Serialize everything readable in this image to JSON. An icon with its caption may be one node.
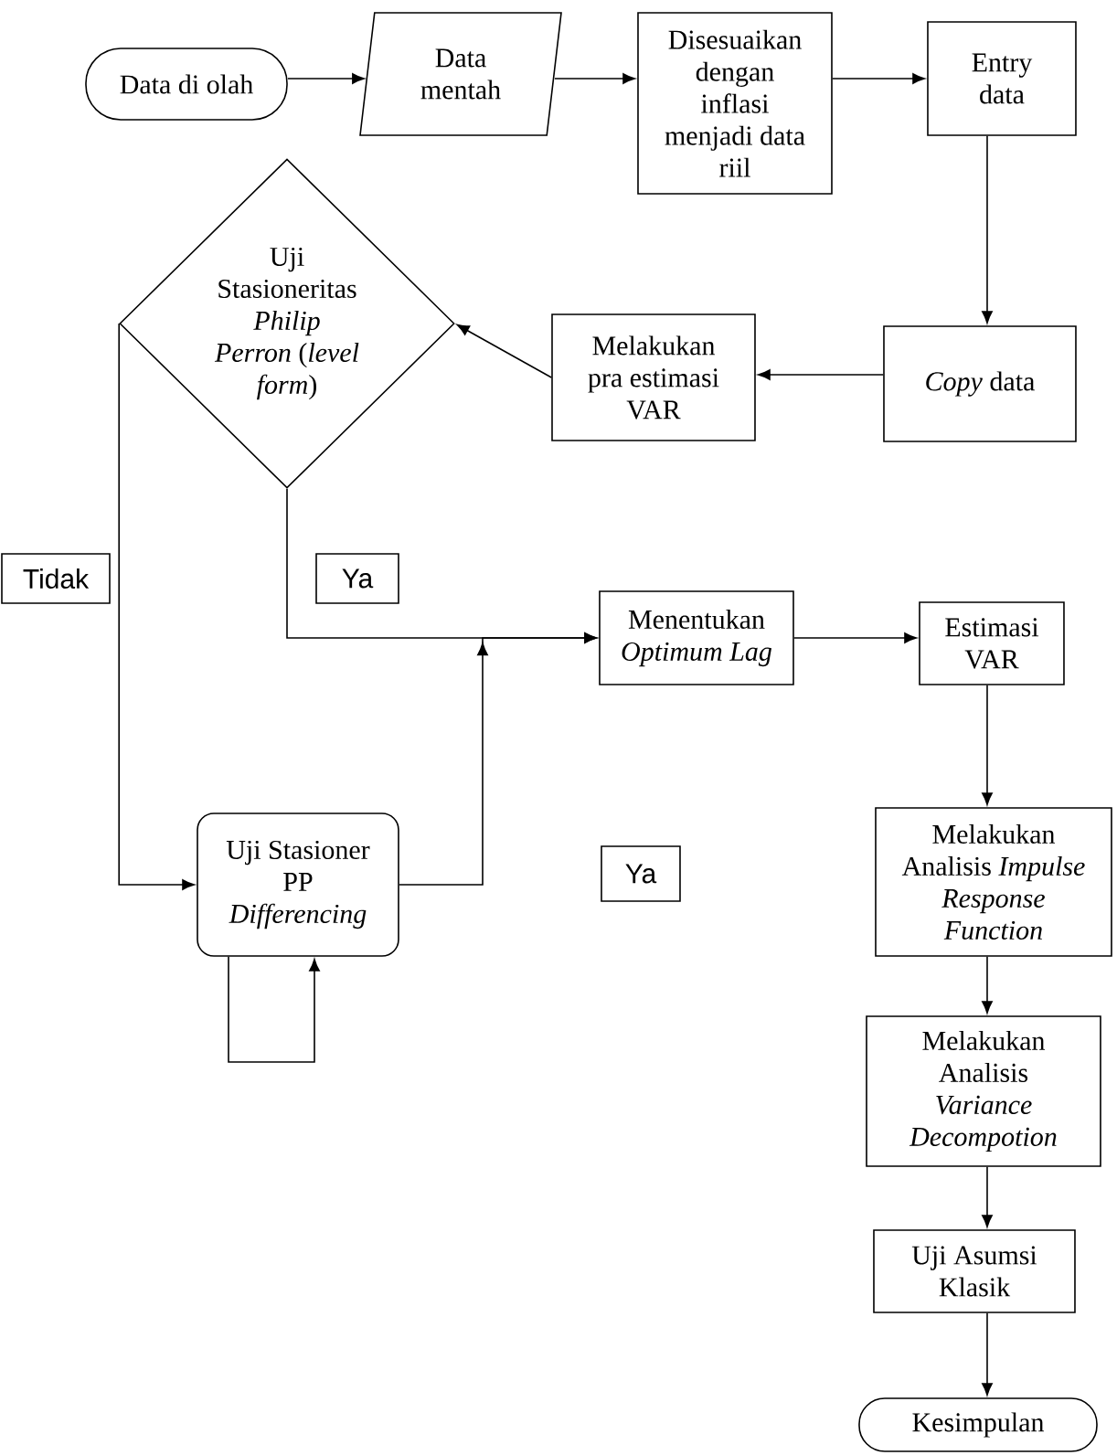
{
  "diagram": {
    "nodes": [
      {
        "text": [
          "Data di olah"
        ]
      },
      {
        "text": [
          "Data mentah"
        ]
      },
      {
        "text": [
          "Disesuaikan dengan inflasi menjadi data riil"
        ]
      },
      {
        "text": [
          "Entry data"
        ]
      },
      {
        "text": [
          "*Copy* data"
        ]
      },
      {
        "text": [
          "Melakukan pra estimasi VAR"
        ]
      },
      {
        "text": [
          "Uji Stasioneritas *Philip Perron* (*level form*)"
        ]
      },
      {
        "text": [
          "Menentukan *Optimum Lag*"
        ]
      },
      {
        "text": [
          "Estimasi VAR"
        ]
      },
      {
        "text": [
          "Uji Stasioner PP *Differencing*"
        ]
      },
      {
        "text": [
          "Melakukan Analisis *Impulse Response Function*"
        ]
      },
      {
        "text": [
          "Melakukan Analisis *Variance Decompotion*"
        ]
      },
      {
        "text": [
          "Uji Asumsi Klasik"
        ]
      },
      {
        "text": [
          "Kesimpulan"
        ]
      }
    ],
    "edges": [
      {
        "from": 0,
        "to": 1,
        "arrow": "to"
      },
      {
        "from": 1,
        "to": 2,
        "arrow": "to"
      },
      {
        "from": 2,
        "to": 3,
        "arrow": "to"
      },
      {
        "from": 3,
        "to": 4,
        "arrow": "to"
      },
      {
        "from": 4,
        "to": 5,
        "arrow": "to"
      },
      {
        "from": 5,
        "to": 6,
        "arrow": "to"
      },
      {
        "from": 6,
        "to": 7,
        "arrow": "to",
        "label": "Ya"
      },
      {
        "from": 6,
        "to": 9,
        "arrow": "to",
        "label": "Tidak"
      },
      {
        "from": 9,
        "to": 7,
        "arrow": "to"
      },
      {
        "from": 9,
        "to": 9,
        "arrow": "to"
      },
      {
        "from": 7,
        "to": 8,
        "arrow": "to"
      },
      {
        "from": 8,
        "to": 10,
        "arrow": "to"
      },
      {
        "from": 10,
        "to": 11,
        "arrow": "to"
      },
      {
        "from": 11,
        "to": 12,
        "arrow": "to"
      },
      {
        "from": 12,
        "to": 13,
        "arrow": "to"
      }
    ],
    "labels": [
      "Ya"
    ]
  }
}
